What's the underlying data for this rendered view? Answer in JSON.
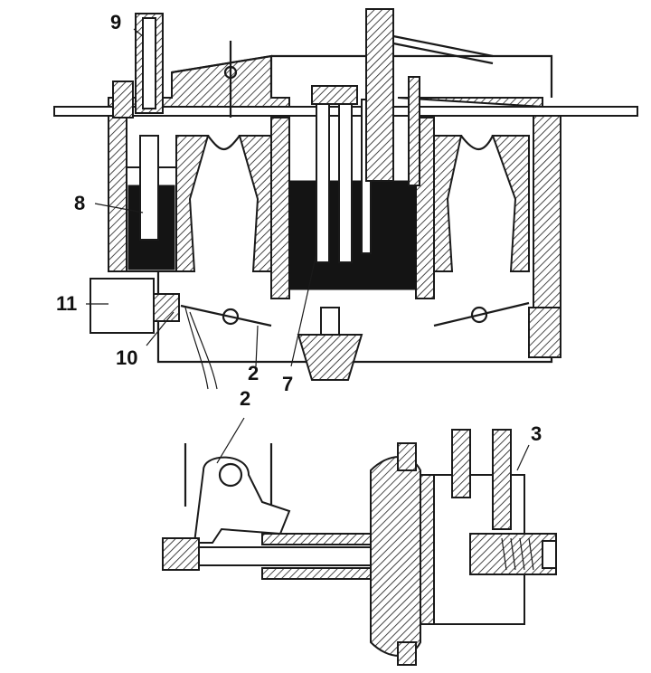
{
  "diagram": {
    "callouts": [
      {
        "id": "c9",
        "text": "9"
      },
      {
        "id": "c8",
        "text": "8"
      },
      {
        "id": "c11",
        "text": "11"
      },
      {
        "id": "c10",
        "text": "10"
      },
      {
        "id": "c2a",
        "text": "2"
      },
      {
        "id": "c7",
        "text": "7"
      },
      {
        "id": "c2b",
        "text": "2"
      },
      {
        "id": "c3",
        "text": "3"
      }
    ],
    "colors": {
      "ink": "#1a1a1a",
      "fuel": "#141414",
      "background": "#ffffff"
    }
  }
}
